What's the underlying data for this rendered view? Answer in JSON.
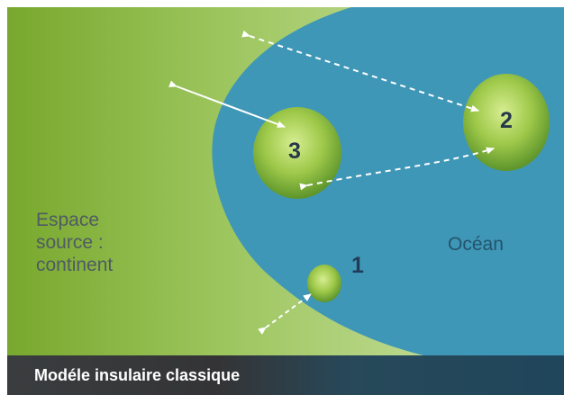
{
  "diagram": {
    "continent_label": "Espace\nsource :\ncontinent",
    "ocean_label": "Océan",
    "footer_title": "Modéle insulaire classique",
    "islands": [
      {
        "label": "1"
      },
      {
        "label": "2"
      },
      {
        "label": "3"
      }
    ],
    "colors": {
      "continent_dark": "#7fad2f",
      "continent_light": "#c7dfa1",
      "ocean": "#3f97b7",
      "island_light": "#c9e07f",
      "island_dark": "#6f9f2c",
      "footer": "#2b3a42",
      "arrow_white": "#ffffff"
    }
  }
}
